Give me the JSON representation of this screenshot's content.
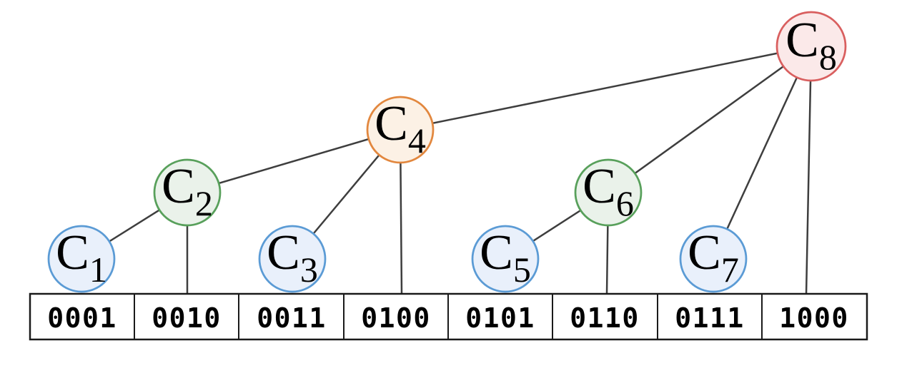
{
  "colors": {
    "edge": "#3e3e3e",
    "box_border": "#1a1a1a",
    "text": "#000000",
    "blue_fill": "#e9f0fb",
    "blue_stroke": "#5b9bd5",
    "green_fill": "#eaf2ea",
    "green_stroke": "#58a05b",
    "orange_fill": "#fcf1e5",
    "orange_stroke": "#e2873e",
    "red_fill": "#fbe9e9",
    "red_stroke": "#d95f5f"
  },
  "nodes": [
    {
      "id": "C1",
      "label": "C",
      "sub": "1",
      "color": "blue"
    },
    {
      "id": "C2",
      "label": "C",
      "sub": "2",
      "color": "green"
    },
    {
      "id": "C3",
      "label": "C",
      "sub": "3",
      "color": "blue"
    },
    {
      "id": "C4",
      "label": "C",
      "sub": "4",
      "color": "orange"
    },
    {
      "id": "C5",
      "label": "C",
      "sub": "5",
      "color": "blue"
    },
    {
      "id": "C6",
      "label": "C",
      "sub": "6",
      "color": "green"
    },
    {
      "id": "C7",
      "label": "C",
      "sub": "7",
      "color": "blue"
    },
    {
      "id": "C8",
      "label": "C",
      "sub": "8",
      "color": "red"
    }
  ],
  "cells": [
    "0001",
    "0010",
    "0011",
    "0100",
    "0101",
    "0110",
    "0111",
    "1000"
  ],
  "edges": [
    {
      "from": "C1",
      "to": "C2"
    },
    {
      "from": "C2",
      "to": "C4"
    },
    {
      "from": "C3",
      "to": "C4"
    },
    {
      "from": "C4",
      "to": "C8"
    },
    {
      "from": "C5",
      "to": "C6"
    },
    {
      "from": "C6",
      "to": "C8"
    },
    {
      "from": "C7",
      "to": "C8"
    },
    {
      "from": "C2",
      "to": "0010"
    },
    {
      "from": "C4",
      "to": "0100"
    },
    {
      "from": "C6",
      "to": "0110"
    },
    {
      "from": "C8",
      "to": "1000"
    }
  ]
}
